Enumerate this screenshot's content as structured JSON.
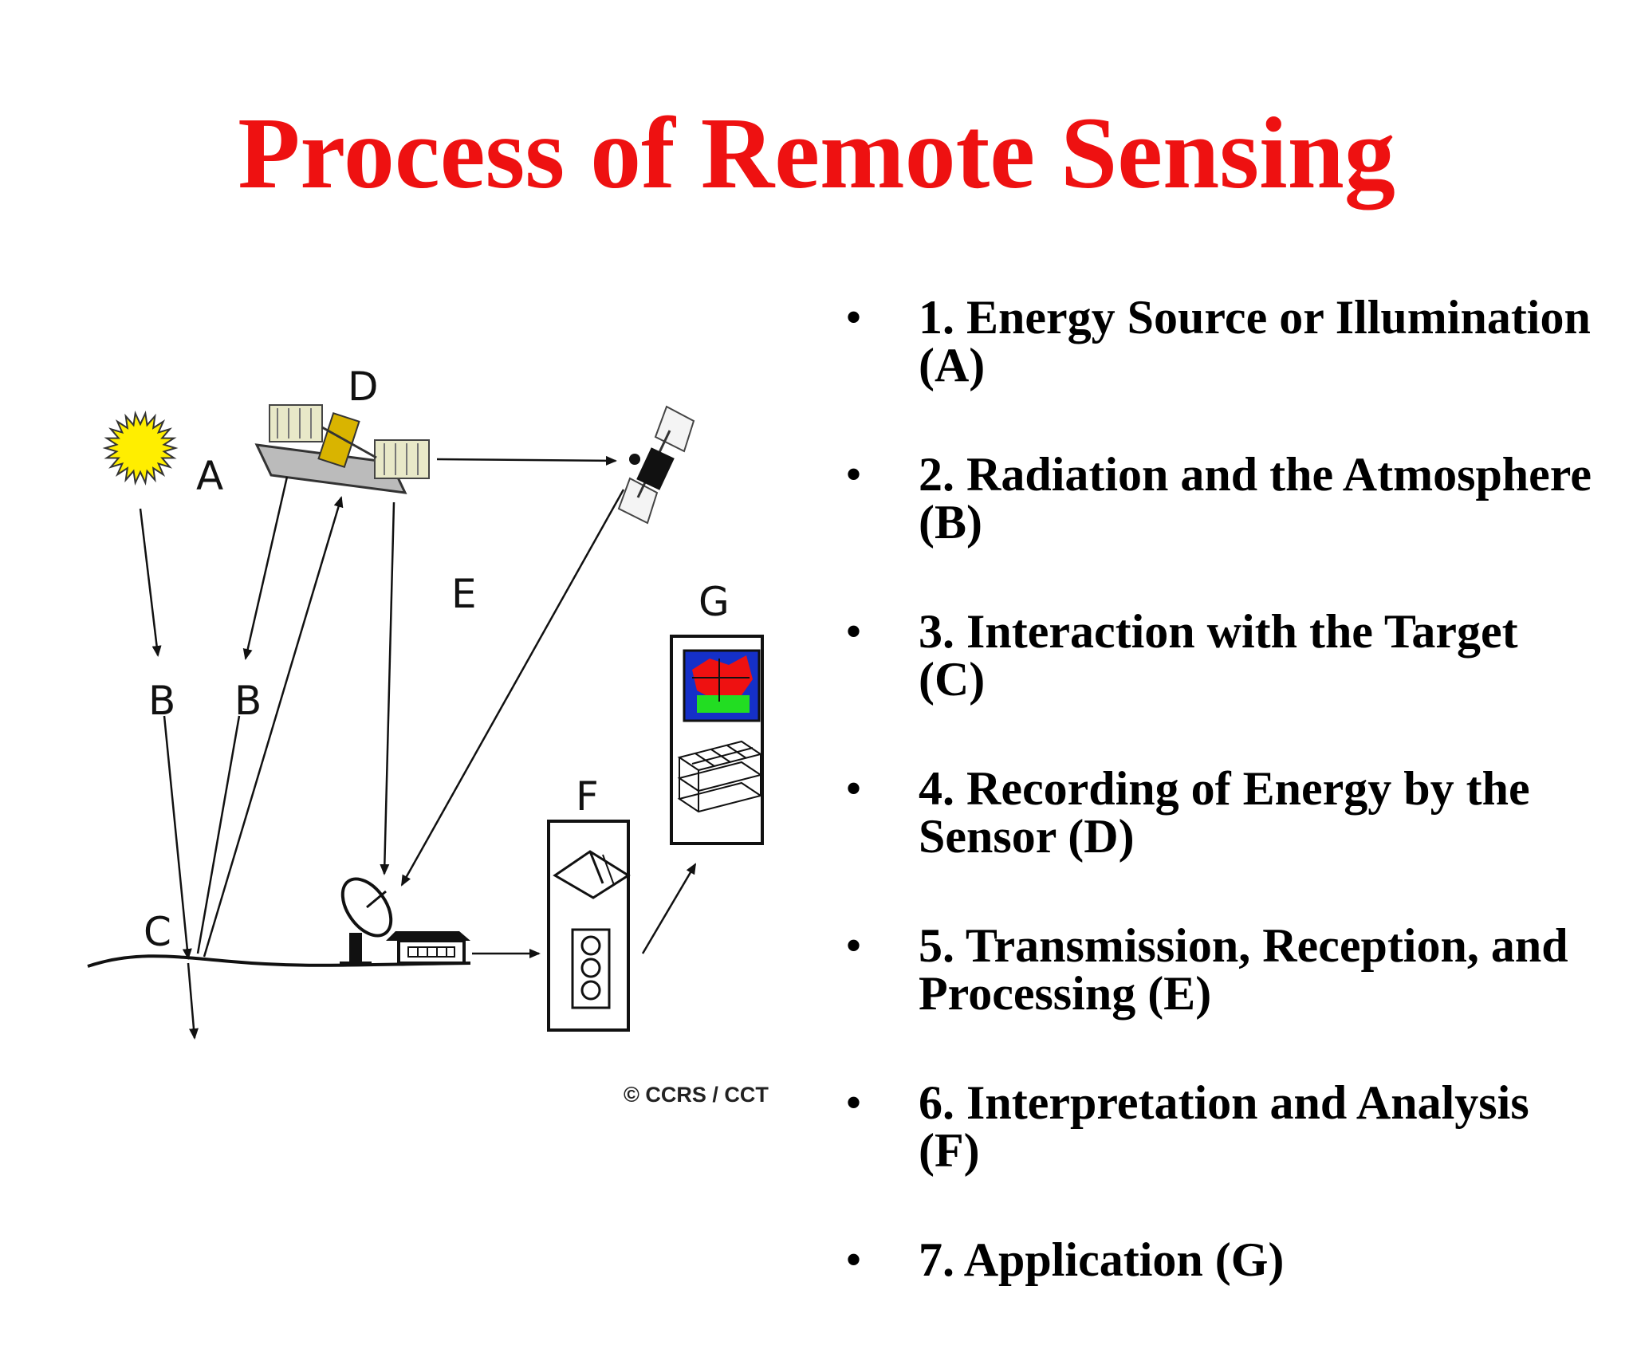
{
  "title": "Process of Remote Sensing",
  "diagram": {
    "labels": {
      "a": "A",
      "b": "B",
      "c": "C",
      "d": "D",
      "e": "E",
      "f": "F",
      "g": "G"
    },
    "copyright": "© CCRS / CCT",
    "colors": {
      "sun": "#ffee00",
      "map_water": "#1530c8",
      "map_land": "#ee1111",
      "map_green": "#22dd22"
    }
  },
  "steps": [
    {
      "bullet": "•",
      "text": "1. Energy Source or Illumination (A)"
    },
    {
      "bullet": "•",
      "text": "2. Radiation and the Atmosphere (B)"
    },
    {
      "bullet": "•",
      "text": "3. Interaction with the Target (C)"
    },
    {
      "bullet": "•",
      "text": "4. Recording of Energy by the Sensor (D)"
    },
    {
      "bullet": "•",
      "text": "5. Transmission, Reception, and Processing (E)"
    },
    {
      "bullet": "•",
      "text": "6. Interpretation and Analysis (F)"
    },
    {
      "bullet": "•",
      "text": "7. Application (G)"
    }
  ]
}
